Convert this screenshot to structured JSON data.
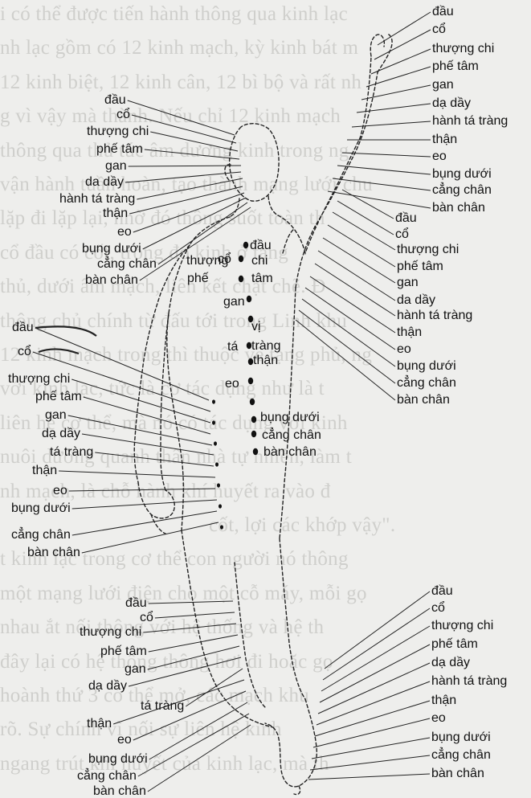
{
  "background_text": [
    "i có thể được tiến hành thông qua kinh lạc",
    "nh lạc gồm có 12 kinh mạch, kỳ kinh bát m",
    "12 kinh biệt, 12 kinh cân, 12 bì bộ và rất nh",
    "g vì vậy mà thành. Nếu chỉ 12 kinh mạch",
    "thông qua thủ túc âm dương kinh trong ng",
    "vận hành tuần hoàn, tạo thành mạng lưới chu",
    "lặp đi lặp lại, nhờ đó thông suốt toàn th",
    "cổ đầu có cốt, trong đó kinh ở tạng",
    "thủ, dưới âm mạch, liên kết chặt chẽ. Đ",
    "thông chủ chính từ đấu tới trong Linh khu",
    "12 kinh mạch trong thì thuộc về tạng phủ, ng",
    "với kinh lạc, tức là cơ tác dụng như là t",
    "liên hệ cơ thể, mà nó có tác dụng với kinh",
    "nuôi dưỡng quanh thân nhà tự nhiên, làm t",
    "nh mạch, là chỗ hành khí huyết ra vào đ",
    "cốt, lợi các khớp vậy\".",
    "t kinh lạc trong cơ thể con người nó thông",
    "một mạng lưới điện cho một cỗ máy, mỗi gọ",
    "nhau ắt nối thông với hệ thống và hệ th",
    "đây lại có hệ thống thông hơi đi hoặc gọ",
    "hoành thứ 3 có thể mở, các mạch khu",
    "rõ. Sự chính vì nối sự liên hệ kinh",
    "ngang trút khí huyết của kinh lạc, mà th"
  ],
  "groups": {
    "right_hand": [
      "đầu",
      "cổ",
      "thượng chi",
      "phế tâm",
      "gan",
      "dạ dầy",
      "hành tá tràng",
      "thận",
      "eo",
      "bụng dưới",
      "cẳng chân",
      "bàn chân"
    ],
    "face": [
      "đầu",
      "cổ",
      "thượng chi",
      "phế tâm",
      "gan",
      "da dầy",
      "hành tá tràng",
      "thận",
      "eo",
      "bụng dưới",
      "cẳng chân",
      "bàn chân"
    ],
    "right_forearm": [
      "đầu",
      "cổ",
      "thượng chi",
      "phế tâm",
      "gan",
      "da dầy",
      "hành tá tràng",
      "thận",
      "eo",
      "bụng dưới",
      "cẳng chân",
      "bàn chân"
    ],
    "chest_midline": [
      "đầu",
      "cổ",
      "thượng",
      "chi",
      "phế",
      "tâm",
      "gan",
      "vị",
      "tá",
      "tràng",
      "thận",
      "eo",
      "bụng dưới",
      "cẳng chân",
      "bàn chân"
    ],
    "left_arm": [
      "đầu",
      "cổ",
      "thượng chi",
      "phế tâm",
      "gan",
      "dạ dầy",
      "tá tràng",
      "thận",
      "eo",
      "bụng dưới",
      "cẳng chân",
      "bàn chân"
    ],
    "lower_leg": [
      "đầu",
      "cổ",
      "thượng chi",
      "phế tâm",
      "gan",
      "dạ dầy",
      "tá tràng",
      "thận",
      "eo",
      "bụng dưới",
      "cẳng chân",
      "bàn chân"
    ],
    "foot": [
      "đầu",
      "cổ",
      "thượng chi",
      "phế tâm",
      "dạ dầy",
      "hành tá tràng",
      "thận",
      "eo",
      "bụng dưới",
      "cẳng chân",
      "bàn chân"
    ]
  }
}
